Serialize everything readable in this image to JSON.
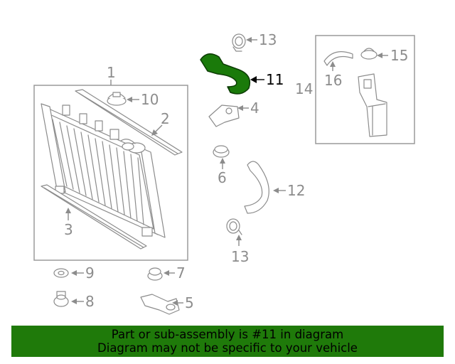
{
  "callouts": {
    "c1": "1",
    "c2": "2",
    "c3": "3",
    "c4": "4",
    "c5": "5",
    "c6": "6",
    "c7": "7",
    "c8": "8",
    "c9": "9",
    "c10": "10",
    "c11": "11",
    "c12": "12",
    "c13a": "13",
    "c13b": "13",
    "c14": "14",
    "c15": "15",
    "c16": "16"
  },
  "highlight": {
    "part": "11",
    "color": "#1a7a0a"
  },
  "banner": {
    "line1": "Part or sub-assembly is #11 in diagram",
    "line2": "Diagram may not be specific to your vehicle",
    "color": "#1f7a0a"
  }
}
